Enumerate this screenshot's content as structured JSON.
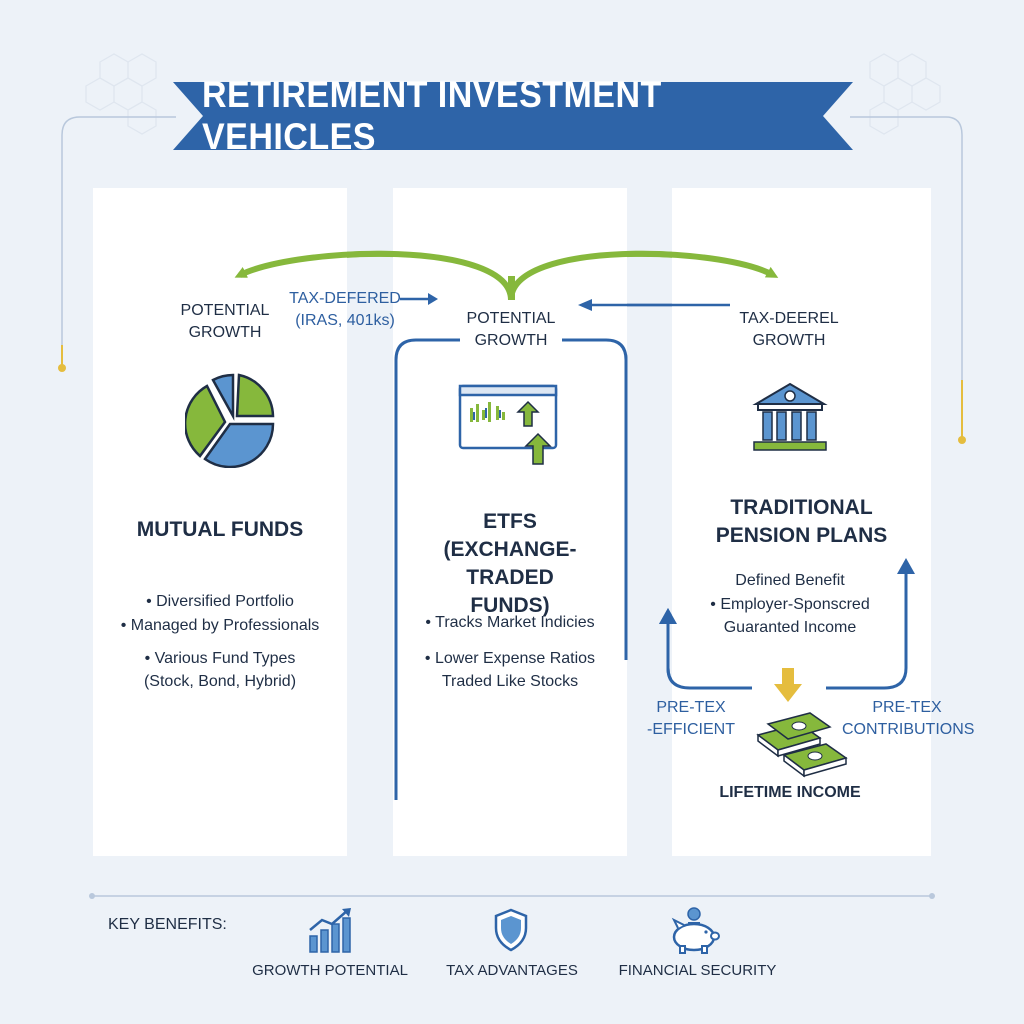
{
  "title": "RETIREMENT INVESTMENT VEHICLES",
  "colors": {
    "blue": "#2e64a8",
    "green": "#86b83c",
    "gold": "#e5bd3e",
    "navy": "#1f2e45"
  },
  "labels": {
    "left_growth_1": "POTENTIAL",
    "left_growth_2": "GROWTH",
    "tax_deferred_1": "TAX-DEFERED",
    "tax_deferred_2": "(IRAS, 401ks)",
    "mid_growth_1": "POTENTIAL",
    "mid_growth_2": "GROWTH",
    "right_growth_1": "TAX-DEEREL",
    "right_growth_2": "GROWTH"
  },
  "columns": [
    {
      "title_lines": [
        "MUTUAL FUNDS"
      ],
      "icon": "pie-chart-icon",
      "bullets": [
        "• Diversified Portfolio",
        "• Managed by Professionals",
        "• Various Fund Types",
        "(Stock, Bond, Hybrid)"
      ]
    },
    {
      "title_lines": [
        "ETFS",
        "(EXCHANGE-TRADED",
        "FUNDS)"
      ],
      "icon": "trading-screen-icon",
      "bullets": [
        "• Tracks Market Indicies",
        "• Lower Expense Ratios",
        "Traded Like Stocks"
      ]
    },
    {
      "title_lines": [
        "TRADITIONAL",
        "PENSION PLANS"
      ],
      "icon": "bank-building-icon",
      "bullets": [
        "Defined Benefit",
        "• Employer-Sponscred",
        "Guaranted Income"
      ]
    }
  ],
  "pension_flow": {
    "left_1": "PRE-TEX",
    "left_2": "-EFFICIENT",
    "right_1": "PRE-TEX",
    "right_2": "CONTRIBUTIONS",
    "bottom": "LIFETIME INCOME"
  },
  "footer": {
    "heading": "KEY BENEFITS:",
    "items": [
      {
        "icon": "growth-bar-chart-icon",
        "label": "GROWTH POTENTIAL"
      },
      {
        "icon": "shield-icon",
        "label": "TAX ADVANTAGES"
      },
      {
        "icon": "piggy-bank-icon",
        "label": "FINANCIAL SECURITY"
      }
    ]
  }
}
